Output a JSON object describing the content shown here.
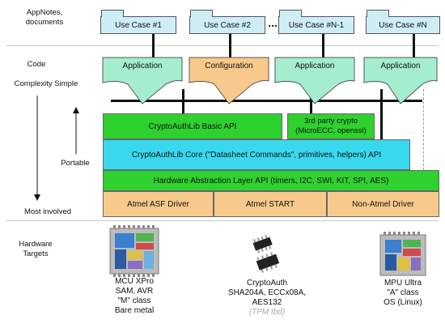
{
  "left_labels": {
    "appnotes": "AppNotes,",
    "documents": "documents",
    "code": "Code",
    "complexity": "Complexity Simple",
    "portable": "Portable",
    "most_involved": "Most involved",
    "hardware": "Hardware",
    "targets": "Targets"
  },
  "use_cases": [
    "Use Case #1",
    "Use Case #2",
    "Use Case #N-1",
    "Use Case #N"
  ],
  "ellipsis": "...",
  "code_boxes": [
    {
      "label": "Application",
      "color": "#a4eecf"
    },
    {
      "label": "Configuration",
      "color": "#f7c98a"
    },
    {
      "label": "Application",
      "color": "#a4eecf"
    },
    {
      "label": "Application",
      "color": "#a4eecf"
    }
  ],
  "layers": {
    "basic_api": "CryptoAuthLib Basic API",
    "third_party_line1": "3rd party crypto",
    "third_party_line2": "(MicroECC, openssl)",
    "core_api": "CryptoAuthLib Core (\"Datasheet Commands\", primitives, helpers) API",
    "hal_api": "Hardware Abstraction Layer API (timers, I2C, SWI, KIT, SPI, AES)",
    "drivers": [
      "Atmel ASF Driver",
      "Atmel START",
      "Non-Atmel Driver"
    ]
  },
  "colors": {
    "green": "#2fd12f",
    "cyan": "#39d8ee",
    "orange": "#f7c98a",
    "doc_blue": "#cdeef5",
    "app_teal": "#a4eecf"
  },
  "targets": {
    "mcu": [
      "MCU XPro",
      "SAM, AVR",
      "\"M\" class",
      "Bare metal"
    ],
    "crypto": [
      "CryptoAuth",
      "SHA204A, ECCx08A, AES132"
    ],
    "crypto_note": "(TPM tbd)",
    "mpu": [
      "MPU Ultra",
      "\"A\" class",
      "OS (Linux)"
    ]
  }
}
